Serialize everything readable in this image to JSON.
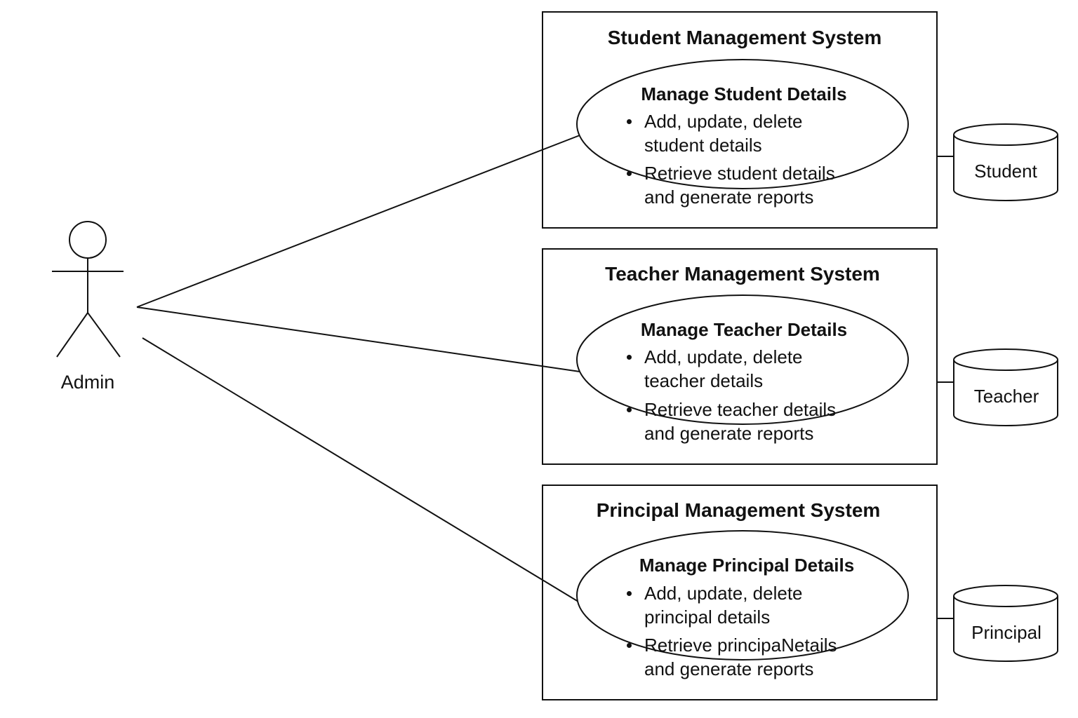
{
  "actor": {
    "name": "Admin"
  },
  "systems": [
    {
      "title": "Student Management System",
      "use_case": {
        "title": "Manage Student Details",
        "bullet1_line1": "Add, update, delete",
        "bullet1_line2": "student details",
        "bullet2_line1": "Retrieve student details",
        "bullet2_line2": "and generate reports"
      },
      "datastore": "Student"
    },
    {
      "title": "Teacher Management System",
      "use_case": {
        "title": "Manage Teacher Details",
        "bullet1_line1": "Add, update, delete",
        "bullet1_line2": "teacher details",
        "bullet2_line1": "Retrieve teacher details",
        "bullet2_line2": "and generate reports"
      },
      "datastore": "Teacher"
    },
    {
      "title": "Principal Management System",
      "use_case": {
        "title": "Manage Principal Details",
        "bullet1_line1": "Add, update, delete",
        "bullet1_line2": "principal details",
        "bullet2_line1": "Retrieve principaNetails",
        "bullet2_line2": "and generate reports"
      },
      "datastore": "Principal"
    }
  ],
  "colors": {
    "stroke": "#111111",
    "background": "#ffffff"
  }
}
